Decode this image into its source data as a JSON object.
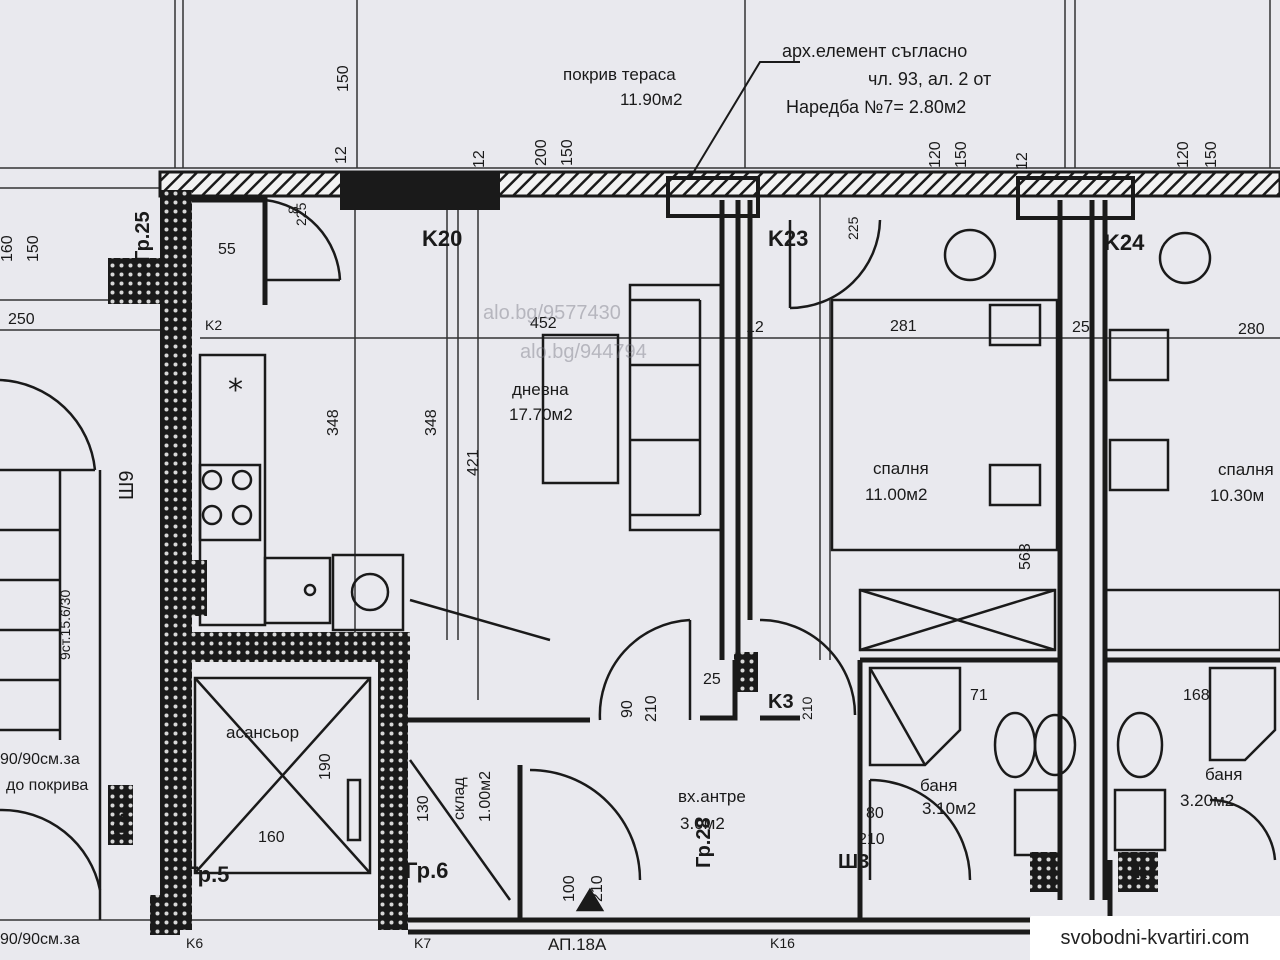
{
  "rooms": {
    "roof_terrace": {
      "name": "покрив тераса",
      "area": "11.90м2"
    },
    "arch_note": [
      "арх.елемент съгласно",
      "чл. 93, ал. 2 от",
      "Наредба №7= 2.80м2"
    ],
    "living": {
      "name": "дневна",
      "area": "17.70м2",
      "dim": "452"
    },
    "bedroom1": {
      "name": "спалня",
      "area": "11.00м2"
    },
    "bedroom2": {
      "name": "спалня",
      "area": "10.30м"
    },
    "bath1": {
      "name": "баня",
      "area": "3.10м2"
    },
    "bath2": {
      "name": "баня",
      "area": "3.20м2"
    },
    "hall": {
      "name": "вх.антре",
      "area": "3.0м2"
    },
    "elevator": {
      "name": "асансьор"
    },
    "storage_area": "1.00м2",
    "storage_name": "склад"
  },
  "columns": [
    "K20",
    "K23",
    "K24",
    "K6",
    "K7",
    "K16",
    "K3",
    "K2",
    "Ш9",
    "Ш3",
    "Гр.5",
    "Гр.6",
    "Гр.25",
    "Гр.28",
    "К8",
    "К7"
  ],
  "apartment": "АП.18А",
  "dims_h": [
    "250",
    "55",
    "12",
    "281",
    "25",
    "280",
    "71",
    "168",
    "25",
    "160"
  ],
  "dims_v": [
    "150",
    "200",
    "150",
    "12",
    "12",
    "120",
    "150",
    "12",
    "120",
    "150",
    "160",
    "150",
    "225",
    "8",
    "225",
    "348",
    "348",
    "421",
    "563",
    "90",
    "210",
    "80",
    "210",
    "100",
    "210",
    "130",
    "190",
    "210",
    "9ст.15.6/30"
  ],
  "notes": [
    "90/90см.за",
    "до покрива",
    "90/90см.за"
  ],
  "watermarks": [
    "alo.bg/9577430",
    "alo.bg/944794"
  ],
  "site": "svobodni-kvartiri.com"
}
